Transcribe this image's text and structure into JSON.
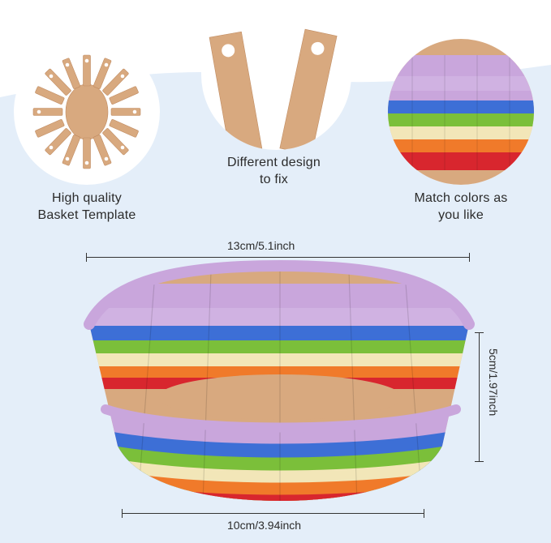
{
  "features": [
    {
      "name": "template",
      "line1": "High quality",
      "line2": "Basket Template"
    },
    {
      "name": "handles",
      "line1": "Different design",
      "line2": "to fix"
    },
    {
      "name": "colors",
      "line1": "Match colors as",
      "line2": "you like"
    }
  ],
  "dimensions": {
    "top_width": "13cm/5.1inch",
    "height": "5cm/1.97inch",
    "bottom_width": "10cm/3.94inch"
  },
  "colors": {
    "background_wave": "#e4eef9",
    "cardboard": "#d8a97f",
    "purple": "#c9a6dc",
    "blue": "#3d6fd6",
    "green": "#7bbf3a",
    "cream": "#f2e6b8",
    "orange": "#f07a2a",
    "red": "#d8262e"
  }
}
